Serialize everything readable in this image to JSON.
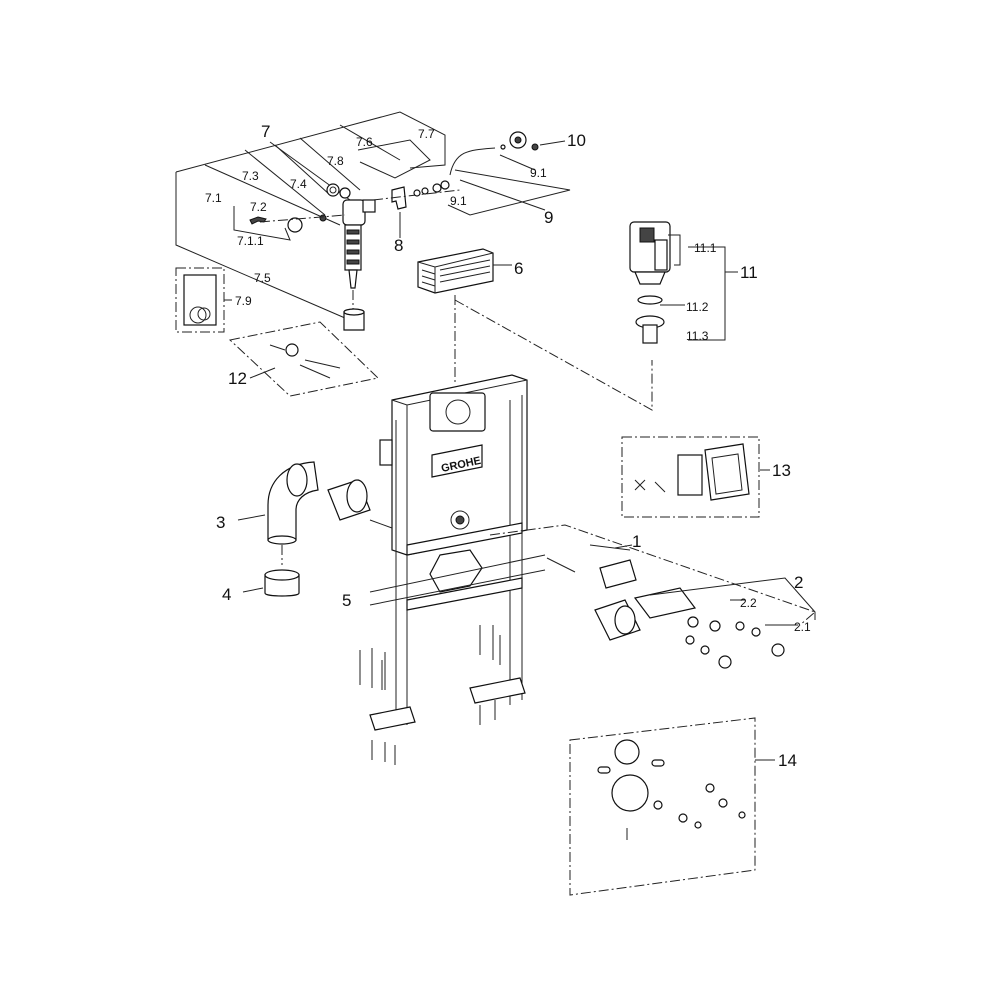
{
  "brand": "GROHE",
  "callouts": {
    "c7": "7",
    "c7_1": "7.1",
    "c7_1_1": "7.1.1",
    "c7_2": "7.2",
    "c7_3": "7.3",
    "c7_4": "7.4",
    "c7_5": "7.5",
    "c7_6": "7.6",
    "c7_7": "7.7",
    "c7_8": "7.8",
    "c7_9": "7.9",
    "c8": "8",
    "c9": "9",
    "c9_1a": "9.1",
    "c9_1b": "9.1",
    "c10": "10",
    "c6": "6",
    "c11": "11",
    "c11_1": "11.1",
    "c11_2": "11.2",
    "c11_3": "11.3",
    "c12": "12",
    "c13": "13",
    "c3": "3",
    "c4": "4",
    "c5": "5",
    "c1": "1",
    "c2": "2",
    "c2_1": "2.1",
    "c2_2": "2.2",
    "c14": "14"
  }
}
